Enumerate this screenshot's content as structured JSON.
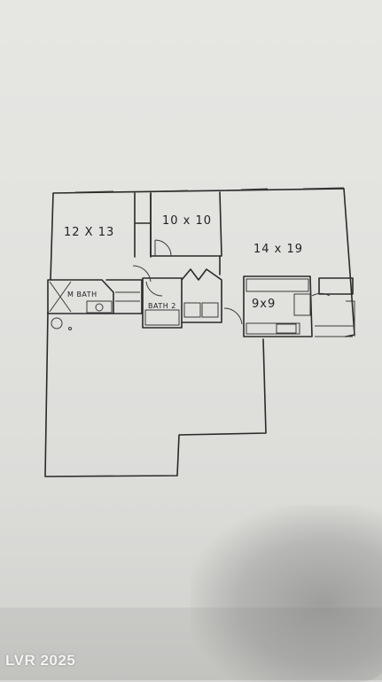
{
  "floorplan": {
    "rooms": {
      "bedroom_2": "12 X 13",
      "bedroom_3": "10 x 10",
      "living": "14 x 19",
      "kitchen": "9x9"
    },
    "baths": {
      "master_bath": "M BATH",
      "bath_2": "BATH 2"
    }
  },
  "watermark": "LVR 2025"
}
